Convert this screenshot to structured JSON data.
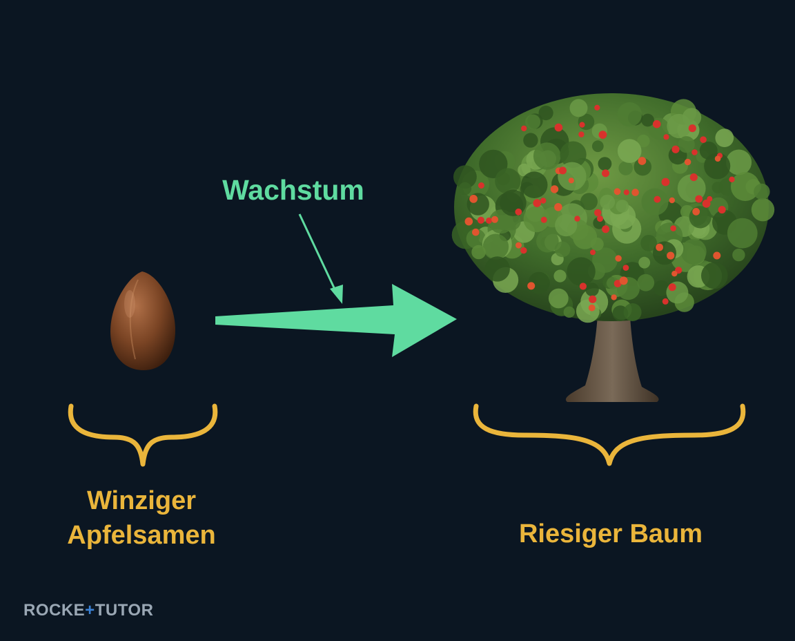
{
  "labels": {
    "arrow": "Wachstum",
    "seed_line1": "Winziger",
    "seed_line2": "Apfelsamen",
    "tree": "Riesiger Baum"
  },
  "brand": {
    "part1": "ROCKE",
    "part2": "+",
    "part3": "TUTOR"
  },
  "colors": {
    "background": "#0b1622",
    "accent_green": "#5fdba0",
    "accent_gold": "#eab53b",
    "brand_text": "#9aa7b4",
    "brand_plus": "#3b82d6"
  },
  "icons": {
    "seed": "apple-seed-icon",
    "tree": "apple-tree-icon"
  }
}
